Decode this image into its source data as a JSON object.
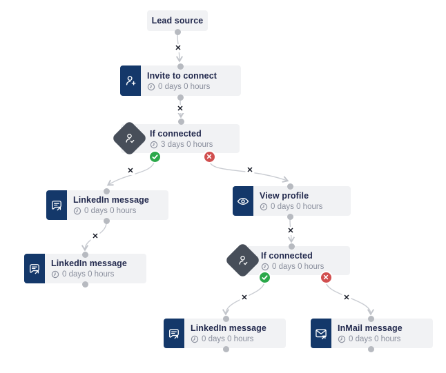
{
  "app": {
    "view": "campaign-flow-builder"
  },
  "nodes": [
    {
      "id": "lead-source",
      "title": "Lead source",
      "type": "source"
    },
    {
      "id": "invite-to-connect",
      "title": "Invite to connect",
      "delay": "0 days 0 hours",
      "icon": "person-add-icon"
    },
    {
      "id": "if-connected-1",
      "title": "If connected",
      "delay": "3 days 0 hours",
      "icon": "person-check-icon",
      "type": "condition"
    },
    {
      "id": "linkedin-message-1",
      "title": "LinkedIn message",
      "delay": "0 days 0 hours",
      "icon": "chat-bubble-arrow-icon"
    },
    {
      "id": "linkedin-message-2",
      "title": "LinkedIn message",
      "delay": "0 days 0 hours",
      "icon": "chat-bubble-arrow-icon"
    },
    {
      "id": "view-profile",
      "title": "View profile",
      "delay": "0 days 0 hours",
      "icon": "eye-icon"
    },
    {
      "id": "if-connected-2",
      "title": "If connected",
      "delay": "0 days 0 hours",
      "icon": "person-check-icon",
      "type": "condition"
    },
    {
      "id": "linkedin-message-3",
      "title": "LinkedIn message",
      "delay": "0 days 0 hours",
      "icon": "chat-bubble-arrow-icon"
    },
    {
      "id": "inmail-message",
      "title": "InMail message",
      "delay": "0 days 0 hours",
      "icon": "envelope-arrow-icon"
    }
  ],
  "edges": [
    {
      "from": "lead-source",
      "to": "invite-to-connect"
    },
    {
      "from": "invite-to-connect",
      "to": "if-connected-1"
    },
    {
      "from": "if-connected-1",
      "to": "linkedin-message-1",
      "branch": "yes"
    },
    {
      "from": "if-connected-1",
      "to": "view-profile",
      "branch": "no"
    },
    {
      "from": "linkedin-message-1",
      "to": "linkedin-message-2"
    },
    {
      "from": "view-profile",
      "to": "if-connected-2"
    },
    {
      "from": "if-connected-2",
      "to": "linkedin-message-3",
      "branch": "yes"
    },
    {
      "from": "if-connected-2",
      "to": "inmail-message",
      "branch": "no"
    }
  ],
  "edges_ui": {
    "delete_symbol": "✕"
  },
  "branch_ui": {
    "yes_icon": "check-icon",
    "no_icon": "x-icon"
  },
  "icon_names": [
    "person-add-icon",
    "person-check-icon",
    "chat-bubble-arrow-icon",
    "eye-icon",
    "envelope-arrow-icon",
    "clock-icon"
  ],
  "colors": {
    "canvas_bg": "#ffffff",
    "node_bg": "#f1f2f4",
    "icon_box_bg": "#14386a",
    "diamond_bg": "#474e59",
    "title_text": "#22294d",
    "delay_text": "#8a8f9d",
    "connector": "#c9ccd2",
    "dot": "#b7bac0",
    "branch_yes": "#2ba84a",
    "branch_no": "#d14f4f",
    "edge_delete": "#141824"
  }
}
